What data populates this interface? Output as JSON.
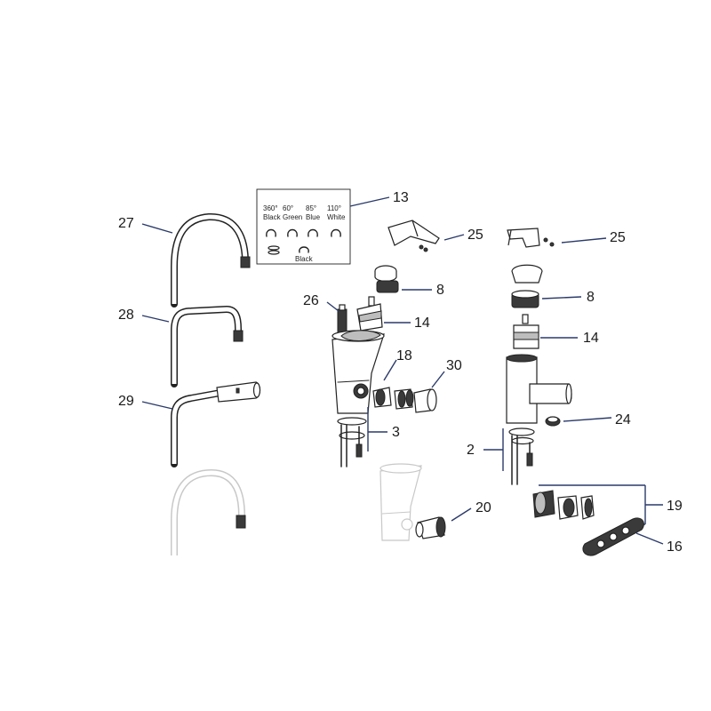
{
  "callouts": {
    "c27": "27",
    "c28": "28",
    "c29": "29",
    "c13": "13",
    "c25a": "25",
    "c25b": "25",
    "c26": "26",
    "c8a": "8",
    "c8b": "8",
    "c14a": "14",
    "c14b": "14",
    "c18": "18",
    "c30": "30",
    "c3": "3",
    "c2": "2",
    "c24": "24",
    "c20": "20",
    "c19": "19",
    "c16": "16"
  },
  "legend": {
    "options": [
      {
        "angle": "360°",
        "color": "Black"
      },
      {
        "angle": "60°",
        "color": "Green"
      },
      {
        "angle": "85°",
        "color": "Blue"
      },
      {
        "angle": "110°",
        "color": "White"
      }
    ],
    "extra": "Black"
  },
  "colors": {
    "line": "#222222",
    "leader": "#2a3a6a",
    "faint": "#c8c8c8"
  }
}
